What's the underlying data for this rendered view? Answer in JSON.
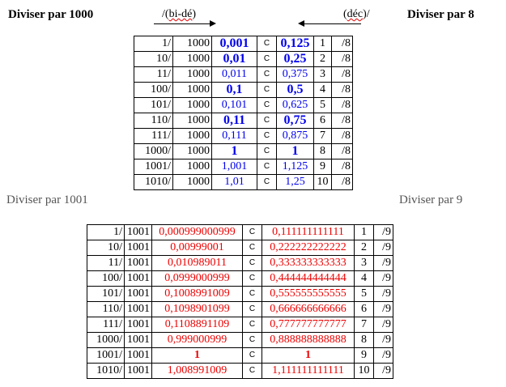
{
  "header": {
    "left_title": "Diviser par 1000",
    "right_title": "Diviser par 8",
    "bi_label_prefix": "/(",
    "bi_label_word": "bi-dé",
    "bi_label_suffix": ")",
    "dec_label_prefix": "(",
    "dec_label_word": "déc",
    "dec_label_suffix": ")/"
  },
  "section2": {
    "left_title": "Diviser par 1001",
    "right_title": "Diviser par 9"
  },
  "table1": {
    "rows": [
      {
        "bin": "1/",
        "div": "1000",
        "left": "0,001",
        "c": "C",
        "right": "0,125",
        "n": "1",
        "den": "/8",
        "lb": true,
        "rb": true
      },
      {
        "bin": "10/",
        "div": "1000",
        "left": "0,01",
        "c": "C",
        "right": "0,25",
        "n": "2",
        "den": "/8",
        "lb": true,
        "rb": true
      },
      {
        "bin": "11/",
        "div": "1000",
        "left": "0,011",
        "c": "C",
        "right": "0,375",
        "n": "3",
        "den": "/8",
        "lb": false,
        "rb": false
      },
      {
        "bin": "100/",
        "div": "1000",
        "left": "0,1",
        "c": "C",
        "right": "0,5",
        "n": "4",
        "den": "/8",
        "lb": true,
        "rb": true
      },
      {
        "bin": "101/",
        "div": "1000",
        "left": "0,101",
        "c": "C",
        "right": "0,625",
        "n": "5",
        "den": "/8",
        "lb": false,
        "rb": false
      },
      {
        "bin": "110/",
        "div": "1000",
        "left": "0,11",
        "c": "C",
        "right": "0,75",
        "n": "6",
        "den": "/8",
        "lb": true,
        "rb": true
      },
      {
        "bin": "111/",
        "div": "1000",
        "left": "0,111",
        "c": "C",
        "right": "0,875",
        "n": "7",
        "den": "/8",
        "lb": false,
        "rb": false
      },
      {
        "bin": "1000/",
        "div": "1000",
        "left": "1",
        "c": "C",
        "right": "1",
        "n": "8",
        "den": "/8",
        "lb": true,
        "rb": true
      },
      {
        "bin": "1001/",
        "div": "1000",
        "left": "1,001",
        "c": "C",
        "right": "1,125",
        "n": "9",
        "den": "/8",
        "lb": false,
        "rb": false
      },
      {
        "bin": "1010/",
        "div": "1000",
        "left": "1,01",
        "c": "C",
        "right": "1,25",
        "n": "10",
        "den": "/8",
        "lb": false,
        "rb": false
      }
    ]
  },
  "table2": {
    "rows": [
      {
        "bin": "1/",
        "div": "1001",
        "left": "0,000999000999",
        "c": "C",
        "right": "0,111111111111",
        "n": "1",
        "den": "/9",
        "b": false
      },
      {
        "bin": "10/",
        "div": "1001",
        "left": "0,00999001",
        "c": "C",
        "right": "0,222222222222",
        "n": "2",
        "den": "/9",
        "b": false
      },
      {
        "bin": "11/",
        "div": "1001",
        "left": "0,010989011",
        "c": "C",
        "right": "0,333333333333",
        "n": "3",
        "den": "/9",
        "b": false
      },
      {
        "bin": "100/",
        "div": "1001",
        "left": "0,0999000999",
        "c": "C",
        "right": "0,444444444444",
        "n": "4",
        "den": "/9",
        "b": false
      },
      {
        "bin": "101/",
        "div": "1001",
        "left": "0,1008991009",
        "c": "C",
        "right": "0,555555555555",
        "n": "5",
        "den": "/9",
        "b": false
      },
      {
        "bin": "110/",
        "div": "1001",
        "left": "0,1098901099",
        "c": "C",
        "right": "0,666666666666",
        "n": "6",
        "den": "/9",
        "b": false
      },
      {
        "bin": "111/",
        "div": "1001",
        "left": "0,1108891109",
        "c": "C",
        "right": "0,777777777777",
        "n": "7",
        "den": "/9",
        "b": false
      },
      {
        "bin": "1000/",
        "div": "1001",
        "left": "0,999000999",
        "c": "C",
        "right": "0,888888888888",
        "n": "8",
        "den": "/9",
        "b": false
      },
      {
        "bin": "1001/",
        "div": "1001",
        "left": "1",
        "c": "C",
        "right": "1",
        "n": "9",
        "den": "/9",
        "b": true
      },
      {
        "bin": "1010/",
        "div": "1001",
        "left": "1,008991009",
        "c": "C",
        "right": "1,111111111111",
        "n": "10",
        "den": "/9",
        "b": false
      }
    ]
  },
  "colors": {
    "blue": "#0000ee",
    "red": "#ee0000"
  }
}
